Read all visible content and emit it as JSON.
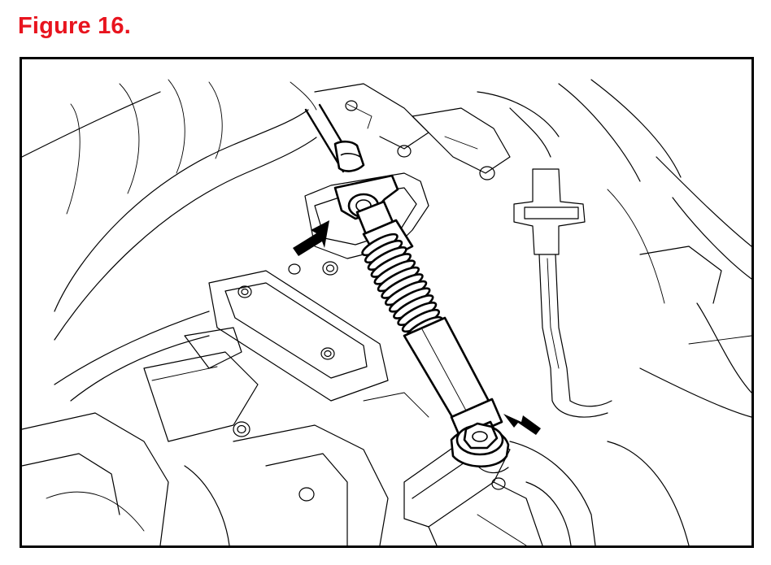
{
  "figure": {
    "title": "Figure 16.",
    "title_color": "#e8141e"
  },
  "illustration": {
    "parts": [
      "shift-cable",
      "cable-retainer-bracket",
      "cable-bellows-boot",
      "shift-lever-nut",
      "wiring-connector",
      "mount-bracket"
    ],
    "callout_arrows": [
      "bracket-retainer-arrow",
      "lever-nut-arrow"
    ]
  }
}
